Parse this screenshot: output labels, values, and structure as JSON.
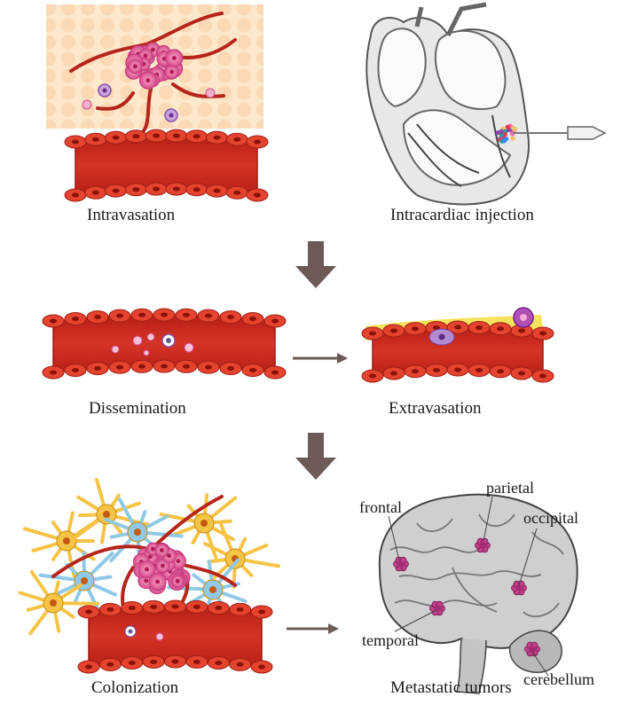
{
  "panels": {
    "intravasation": "Intravasation",
    "intracardiac": "Intracardiac injection",
    "dissemination": "Dissemination",
    "extravasation": "Extravasation",
    "colonization": "Colonization",
    "metastatic": "Metastatic tumors"
  },
  "brain_regions": {
    "frontal": "frontal",
    "parietal": "parietal",
    "occipital": "occipital",
    "temporal": "temporal",
    "cerebellum": "cerebellum"
  },
  "colors": {
    "vessel": "#c8281e",
    "vessel_wall": "#e0402a",
    "tissue": "#fbe3c4",
    "tumor": "#e85a9a",
    "arrow": "#6b5a55",
    "brain": "#c9c9c9",
    "heart": "#d8d8d8"
  }
}
